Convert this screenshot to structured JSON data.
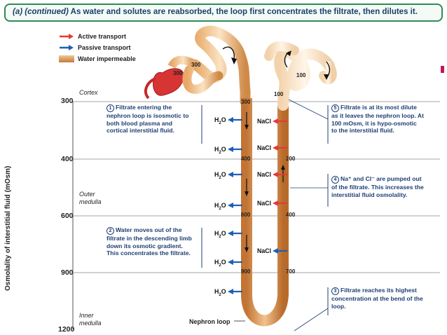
{
  "title": {
    "prefix": "(a) (continued)",
    "text": "As water and solutes are reabsorbed, the loop first concentrates the filtrate, then dilutes it."
  },
  "legend": [
    {
      "label": "Active transport",
      "color": "#e53935",
      "icon": "red-arrow-icon"
    },
    {
      "label": "Passive transport",
      "color": "#1e5fb4",
      "icon": "blue-arrow-icon"
    },
    {
      "label": "Water impermeable",
      "color": "#d99a5b",
      "icon": "tan-swatch-icon"
    }
  ],
  "y_axis": {
    "label": "Osmolality of interstitial fluid (mOsm)",
    "ticks": [
      "300",
      "400",
      "600",
      "900",
      "1200"
    ]
  },
  "regions": {
    "cortex": "Cortex",
    "outer_medulla": [
      "Outer",
      "medulla"
    ],
    "inner_medulla": [
      "Inner",
      "medulla"
    ]
  },
  "notes": {
    "n1": {
      "num": "1",
      "lines": [
        "Filtrate entering the",
        "nephron loop is isosmotic to",
        "both blood plasma and",
        "cortical interstitial fluid."
      ]
    },
    "n2": {
      "num": "2",
      "lines": [
        "Water moves out of the",
        "filtrate in the descending limb",
        "down its osmotic gradient.",
        "This concentrates the filtrate."
      ]
    },
    "n3": {
      "num": "3",
      "lines": [
        "Filtrate reaches its highest",
        "concentration at the bend of the",
        "loop."
      ]
    },
    "n4": {
      "num": "4",
      "lines": [
        "Na⁺ and Cl⁻ are pumped out",
        "of the filtrate. This increases the",
        "interstitial fluid osmolality."
      ]
    },
    "n5": {
      "num": "5",
      "lines": [
        "Filtrate is at its most dilute",
        "as it leaves the nephron loop. At",
        "100 mOsm, it is hypo-osmotic",
        "to the interstitial fluid."
      ]
    }
  },
  "values": {
    "glom": "300",
    "pct_top": "300",
    "dct": "100",
    "asc_top": "100",
    "desc_300": "300",
    "desc_400": "400",
    "desc_600": "600",
    "desc_900": "900",
    "bend": "1200",
    "asc_200": "200",
    "asc_400": "400",
    "asc_700": "700"
  },
  "water": "H",
  "nacl": "NaCl",
  "loop_label": "Nephron loop"
}
